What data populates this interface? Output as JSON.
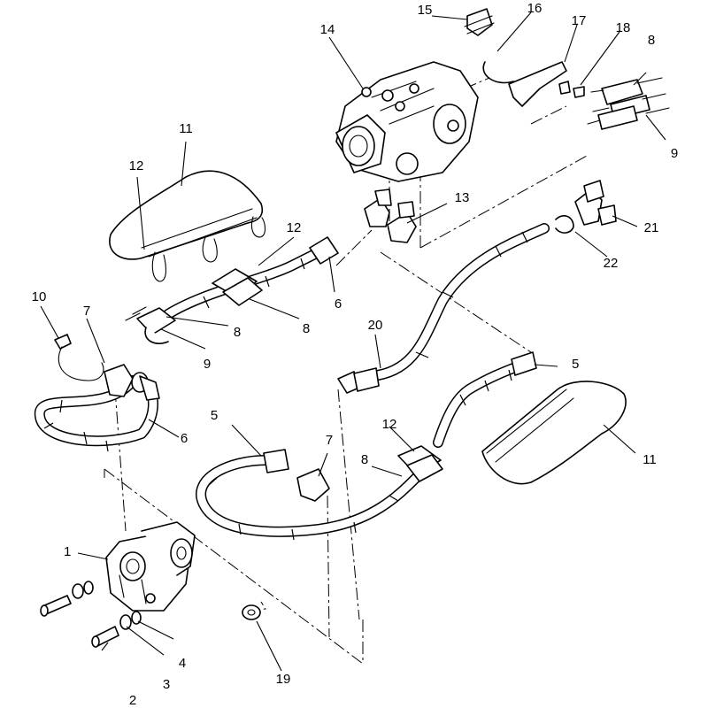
{
  "callouts": [
    {
      "id": "c1",
      "label": "1"
    },
    {
      "id": "c2",
      "label": "2"
    },
    {
      "id": "c3",
      "label": "3"
    },
    {
      "id": "c4",
      "label": "4"
    },
    {
      "id": "c5a",
      "label": "5"
    },
    {
      "id": "c5b",
      "label": "5"
    },
    {
      "id": "c6a",
      "label": "6"
    },
    {
      "id": "c6b",
      "label": "6"
    },
    {
      "id": "c7a",
      "label": "7"
    },
    {
      "id": "c7b",
      "label": "7"
    },
    {
      "id": "c8a",
      "label": "8"
    },
    {
      "id": "c8b",
      "label": "8"
    },
    {
      "id": "c8c",
      "label": "8"
    },
    {
      "id": "c8d",
      "label": "8"
    },
    {
      "id": "c9a",
      "label": "9"
    },
    {
      "id": "c9b",
      "label": "9"
    },
    {
      "id": "c10",
      "label": "10"
    },
    {
      "id": "c11a",
      "label": "11"
    },
    {
      "id": "c11b",
      "label": "11"
    },
    {
      "id": "c12a",
      "label": "12"
    },
    {
      "id": "c12b",
      "label": "12"
    },
    {
      "id": "c12c",
      "label": "12"
    },
    {
      "id": "c13",
      "label": "13"
    },
    {
      "id": "c14",
      "label": "14"
    },
    {
      "id": "c15",
      "label": "15"
    },
    {
      "id": "c16",
      "label": "16"
    },
    {
      "id": "c17",
      "label": "17"
    },
    {
      "id": "c18",
      "label": "18"
    },
    {
      "id": "c19",
      "label": "19"
    },
    {
      "id": "c20",
      "label": "20"
    },
    {
      "id": "c21",
      "label": "21"
    },
    {
      "id": "c22",
      "label": "22"
    }
  ]
}
